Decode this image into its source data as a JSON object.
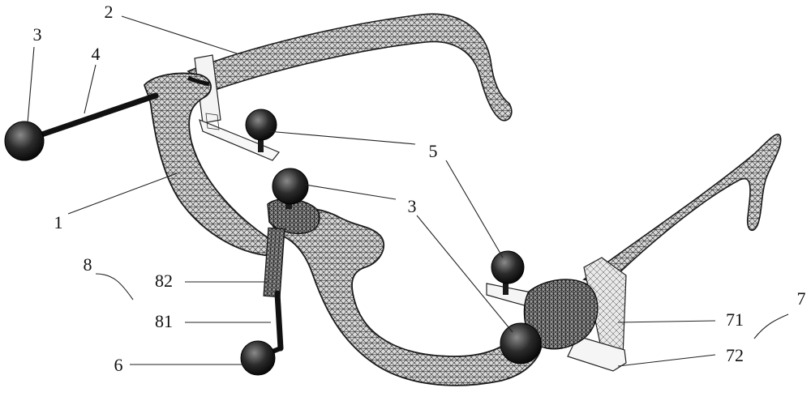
{
  "figure": {
    "callouts": {
      "c3_left": "3",
      "c4": "4",
      "c2": "2",
      "c1": "1",
      "c5": "5",
      "c3_mid": "3",
      "c3_right": "3",
      "c8": "8",
      "c82": "82",
      "c81": "81",
      "c6": "6",
      "c7": "7",
      "c71": "71",
      "c72": "72"
    },
    "colors": {
      "mesh": "#2a2a2a",
      "ink": "#111111",
      "background": "#ffffff"
    }
  }
}
